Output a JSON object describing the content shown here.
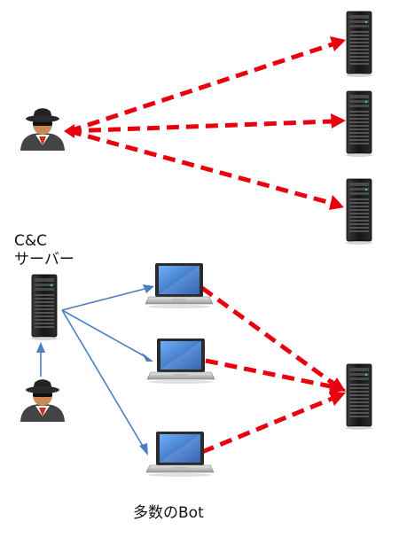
{
  "labels": {
    "cc_line1": "C&C",
    "cc_line2": "サーバー",
    "bots": "多数のBot"
  },
  "colors": {
    "attack": "#e8000e",
    "control": "#4a7fc1",
    "server_body": "#1b1b1b",
    "laptop_screen": "#2a6fd0"
  },
  "icons": {
    "attacker": "hacker-icon",
    "server": "server-tower-icon",
    "laptop": "laptop-icon"
  }
}
